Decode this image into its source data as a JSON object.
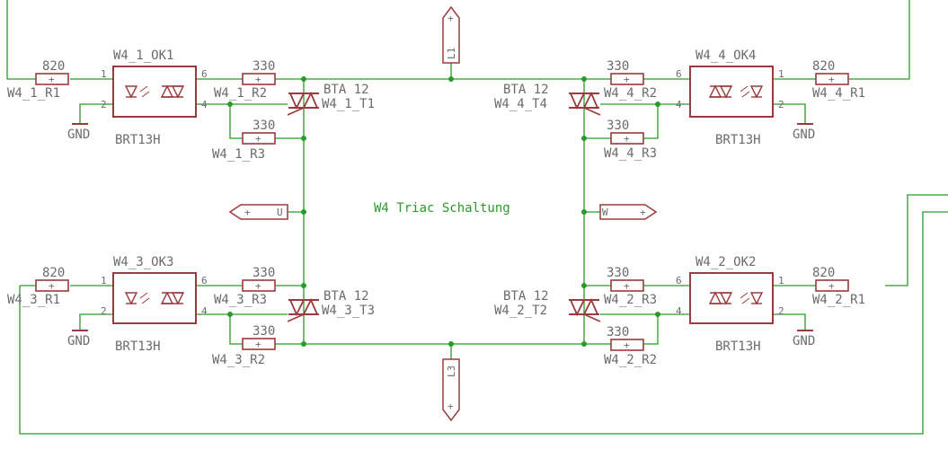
{
  "title": "W4 Triac Schaltung",
  "colors": {
    "wire": "#2a9a2a",
    "part": "#9b3a3a",
    "text": "#6b6b6b",
    "background": "#ffffff"
  },
  "ports": {
    "L1": "L1",
    "L3": "L3",
    "U": "U",
    "W": "W",
    "plus": "+"
  },
  "gnd": "GND",
  "pins": {
    "p1": "1",
    "p2": "2",
    "p4": "4",
    "p6": "6"
  },
  "channels": [
    {
      "id": "ch1",
      "opto": "W4_1_OK1",
      "opto_type": "BRT13H",
      "r_in_value": "820",
      "r_in": "W4_1_R1",
      "r_gate_value": "330",
      "r_gate": "W4_1_R2",
      "r_par_value": "330",
      "r_par": "W4_1_R3",
      "triac_type": "BTA 12",
      "triac": "W4_1_T1"
    },
    {
      "id": "ch4",
      "opto": "W4_4_OK4",
      "opto_type": "BRT13H",
      "r_in_value": "820",
      "r_in": "W4_4_R1",
      "r_gate_value": "330",
      "r_gate": "W4_4_R2",
      "r_par_value": "330",
      "r_par": "W4_4_R3",
      "triac_type": "BTA 12",
      "triac": "W4_4_T4"
    },
    {
      "id": "ch3",
      "opto": "W4_3_OK3",
      "opto_type": "BRT13H",
      "r_in_value": "820",
      "r_in": "W4_3_R1",
      "r_gate_value": "330",
      "r_gate": "W4_3_R3",
      "r_par_value": "330",
      "r_par": "W4_3_R2",
      "triac_type": "BTA 12",
      "triac": "W4_3_T3"
    },
    {
      "id": "ch2",
      "opto": "W4_2_OK2",
      "opto_type": "BRT13H",
      "r_in_value": "820",
      "r_in": "W4_2_R1",
      "r_gate_value": "330",
      "r_gate": "W4_2_R3",
      "r_par_value": "330",
      "r_par": "W4_2_R2",
      "triac_type": "BTA 12",
      "triac": "W4_2_T2"
    }
  ]
}
